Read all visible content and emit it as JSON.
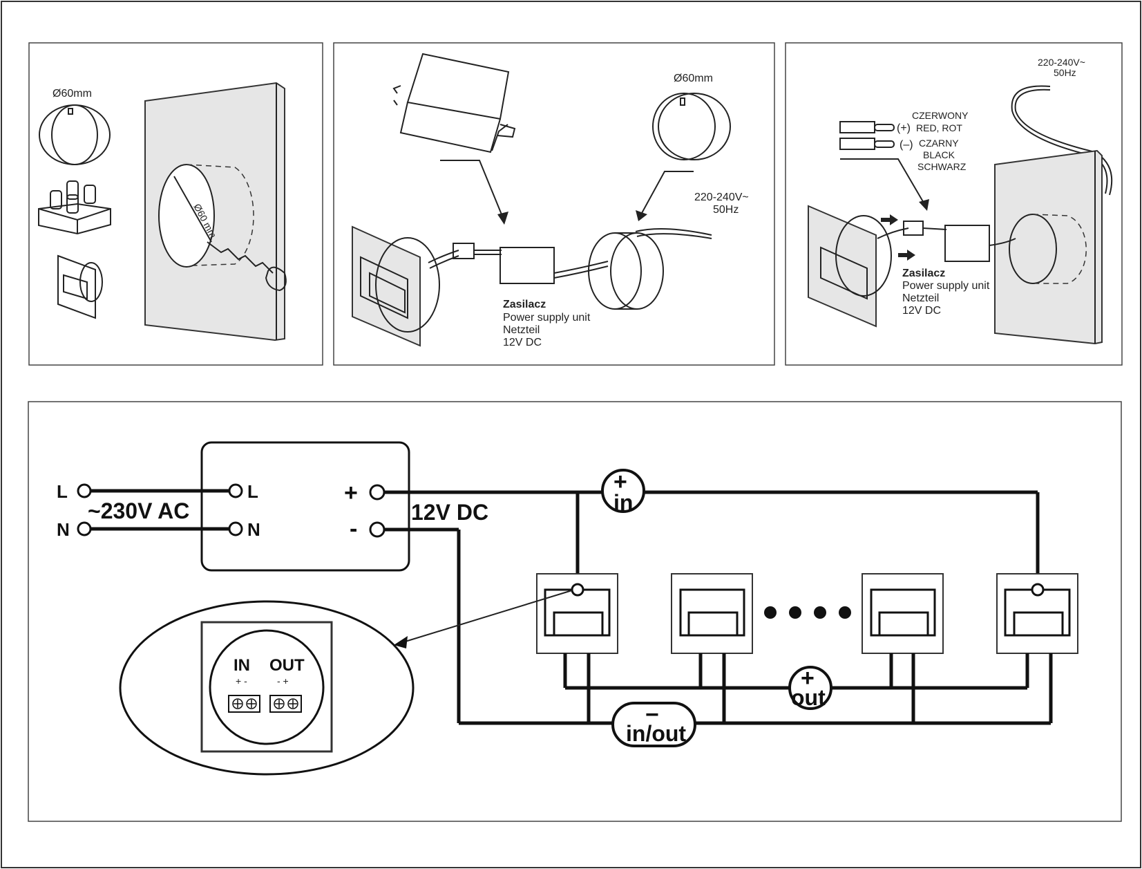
{
  "panel1": {
    "cutter_diameter": "Ø60mm",
    "hole_dimension": "Ø60 mm"
  },
  "panel2": {
    "box_diameter": "Ø60mm",
    "mains_voltage": "220-240V~",
    "mains_freq": "50Hz",
    "psu_title": "Zasilacz",
    "psu_en": "Power supply unit",
    "psu_de": "Netzteil",
    "psu_voltage": "12V DC"
  },
  "panel3": {
    "mains_voltage": "220-240V~",
    "mains_freq": "50Hz",
    "plus_sign": "(+)",
    "minus_sign": "(–)",
    "red_pl": "CZERWONY",
    "red_en_de": "RED, ROT",
    "black_pl": "CZARNY",
    "black_en": "BLACK",
    "black_de": "SCHWARZ",
    "psu_title": "Zasilacz",
    "psu_en": "Power supply unit",
    "psu_de": "Netzteil",
    "psu_voltage": "12V DC"
  },
  "wiring": {
    "input_L": "L",
    "input_N": "N",
    "ac_label": "~230V AC",
    "psu_L": "L",
    "psu_N": "N",
    "out_plus": "+",
    "out_minus": "-",
    "dc_label": "12V DC",
    "plus_in_sign": "+",
    "plus_in_word": "in",
    "plus_out_sign": "+",
    "plus_out_word": "out",
    "minus_sign": "−",
    "minus_word": "in/out",
    "detail_in": "IN",
    "detail_out": "OUT",
    "detail_in_pol": "+ -",
    "detail_out_pol": "- +"
  }
}
